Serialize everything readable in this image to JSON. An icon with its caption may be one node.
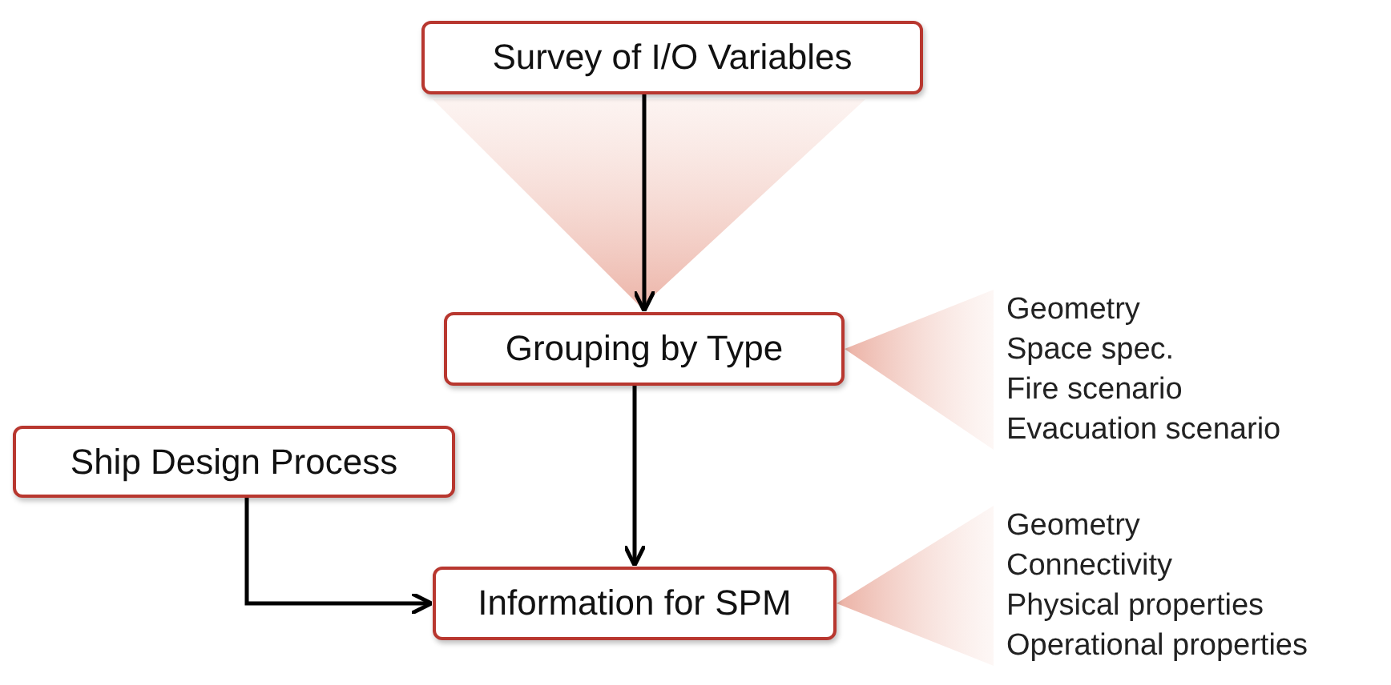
{
  "diagram": {
    "nodes": [
      {
        "text": [
          "Survey of I/O Variables"
        ]
      },
      {
        "text": [
          "Grouping by Type"
        ],
        "beside": [
          "Geometry",
          "Space spec.",
          "Fire scenario",
          "Evacuation scenario"
        ]
      },
      {
        "text": [
          "Ship Design Process"
        ]
      },
      {
        "text": [
          "Information for SPM"
        ],
        "beside": [
          "Geometry",
          "Connectivity",
          "Physical properties",
          "Operational properties"
        ]
      }
    ],
    "edges": [
      {
        "from": 0,
        "to": 1,
        "arrow": "to"
      },
      {
        "from": 1,
        "to": 3,
        "arrow": "to"
      },
      {
        "from": 2,
        "to": 3,
        "arrow": "to"
      }
    ]
  }
}
